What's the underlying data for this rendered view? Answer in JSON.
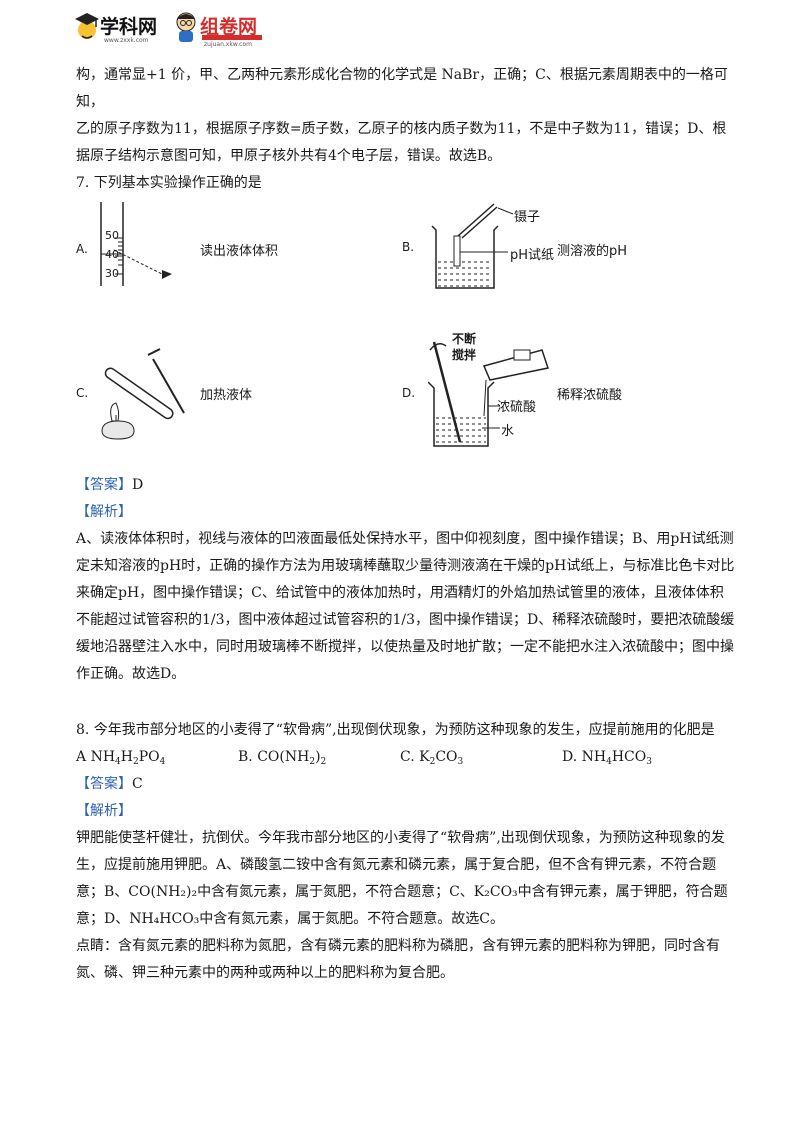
{
  "header": {
    "logo1_text": "学科网",
    "logo1_sub": "www.zxxk.com",
    "logo2_text": "组卷网",
    "logo2_sub": "zujuan.xkw.com"
  },
  "prev_answer": {
    "line1": "构，通常显+1 价，甲、乙两种元素形成化合物的化学式是 NaBr，正确；C、根据元素周期表中的一格可知，",
    "line2": "乙的原子序数为11，根据原子序数=质子数，乙原子的核内质子数为11，不是中子数为11，错误；D、根",
    "line3": "据原子结构示意图可知，甲原子核外共有4个电子层，错误。故选B。"
  },
  "q7": {
    "stem": "7. 下列基本实验操作正确的是",
    "options": [
      {
        "label": "A.",
        "caption": "读出液体体积",
        "marks": [
          "50",
          "40",
          "30"
        ]
      },
      {
        "label": "B.",
        "caption": "测溶液的pH",
        "tags": [
          "镊子",
          "pH试纸"
        ]
      },
      {
        "label": "C.",
        "caption": "加热液体"
      },
      {
        "label": "D.",
        "caption": "稀释浓硫酸",
        "tags": [
          "不断",
          "搅拌",
          "浓硫酸",
          "水"
        ]
      }
    ],
    "answer_tag": "【答案】",
    "answer": "D",
    "analysis_tag": "【解析】",
    "analysis": "A、读液体体积时，视线与液体的凹液面最低处保持水平，图中仰视刻度，图中操作错误；B、用pH试纸测定未知溶液的pH时，正确的操作方法为用玻璃棒蘸取少量待测液滴在干燥的pH试纸上，与标准比色卡对比来确定pH，图中操作错误；C、给试管中的液体加热时，用酒精灯的外焰加热试管里的液体，且液体体积不能超过试管容积的1/3，图中液体超过试管容积的1/3，图中操作错误；D、稀释浓硫酸时，要把浓硫酸缓缓地沿器壁注入水中，同时用玻璃棒不断搅拌，以使热量及时地扩散；一定不能把水注入浓硫酸中；图中操作正确。故选D。"
  },
  "q8": {
    "stem": "8. 今年我市部分地区的小麦得了“软骨病”,出现倒伏现象，为预防这种现象的发生，应提前施用的化肥是",
    "options": [
      {
        "label": "A",
        "pre": "NH",
        "s1": "4",
        "mid": "H",
        "s2": "2",
        "post": "PO",
        "s3": "4"
      },
      {
        "label": "B.",
        "pre": "CO(NH",
        "s1": "2",
        "mid": ")",
        "s2": "2",
        "post": "",
        "s3": ""
      },
      {
        "label": "C.",
        "pre": "K",
        "s1": "2",
        "mid": "CO",
        "s2": "3",
        "post": "",
        "s3": ""
      },
      {
        "label": "D.",
        "pre": "NH",
        "s1": "4",
        "mid": "HCO",
        "s2": "3",
        "post": "",
        "s3": ""
      }
    ],
    "answer_tag": "【答案】",
    "answer": "C",
    "analysis_tag": "【解析】",
    "analysis": "钾肥能使茎杆健壮，抗倒伏。今年我市部分地区的小麦得了“软骨病”,出现倒伏现象，为预防这种现象的发生，应提前施用钾肥。A、磷酸氢二铵中含有氮元素和磷元素，属于复合肥，但不含有钾元素，不符合题意；B、CO(NH₂)₂中含有氮元素，属于氮肥，不符合题意；C、K₂CO₃中含有钾元素，属于钾肥，符合题意；D、NH₄HCO₃中含有氮元素，属于氮肥。不符合题意。故选C。",
    "note": "点睛：含有氮元素的肥料称为氮肥，含有磷元素的肥料称为磷肥，含有钾元素的肥料称为钾肥，同时含有氮、磷、钾三种元素中的两种或两种以上的肥料称为复合肥。"
  }
}
